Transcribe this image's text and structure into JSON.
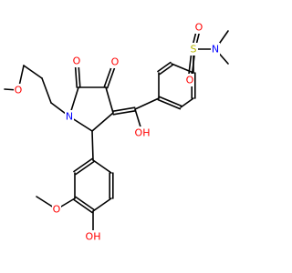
{
  "structure": {
    "colors": {
      "bond": "#000000",
      "oxygen": "#ff0000",
      "nitrogen": "#0000ff",
      "sulfur": "#b8b800",
      "carbon": "#000000"
    },
    "atoms": [
      {
        "id": "o_ring_5",
        "text": "O",
        "element": "O"
      },
      {
        "id": "o_ring_4",
        "text": "O",
        "element": "O"
      },
      {
        "id": "n_ring",
        "text": "N",
        "element": "N"
      },
      {
        "id": "o_methoxypropyl",
        "text": "O",
        "element": "O"
      },
      {
        "id": "oh_enol",
        "text": "OH",
        "element": "O"
      },
      {
        "id": "o_methoxy_aryl",
        "text": "O",
        "element": "O"
      },
      {
        "id": "oh_phenol",
        "text": "OH",
        "element": "O"
      },
      {
        "id": "s_sulfonyl",
        "text": "S",
        "element": "S"
      },
      {
        "id": "o_sulfonyl_top",
        "text": "O",
        "element": "O"
      },
      {
        "id": "o_sulfonyl_bottom",
        "text": "O",
        "element": "O"
      },
      {
        "id": "n_sulfonamide",
        "text": "N",
        "element": "N"
      }
    ]
  }
}
